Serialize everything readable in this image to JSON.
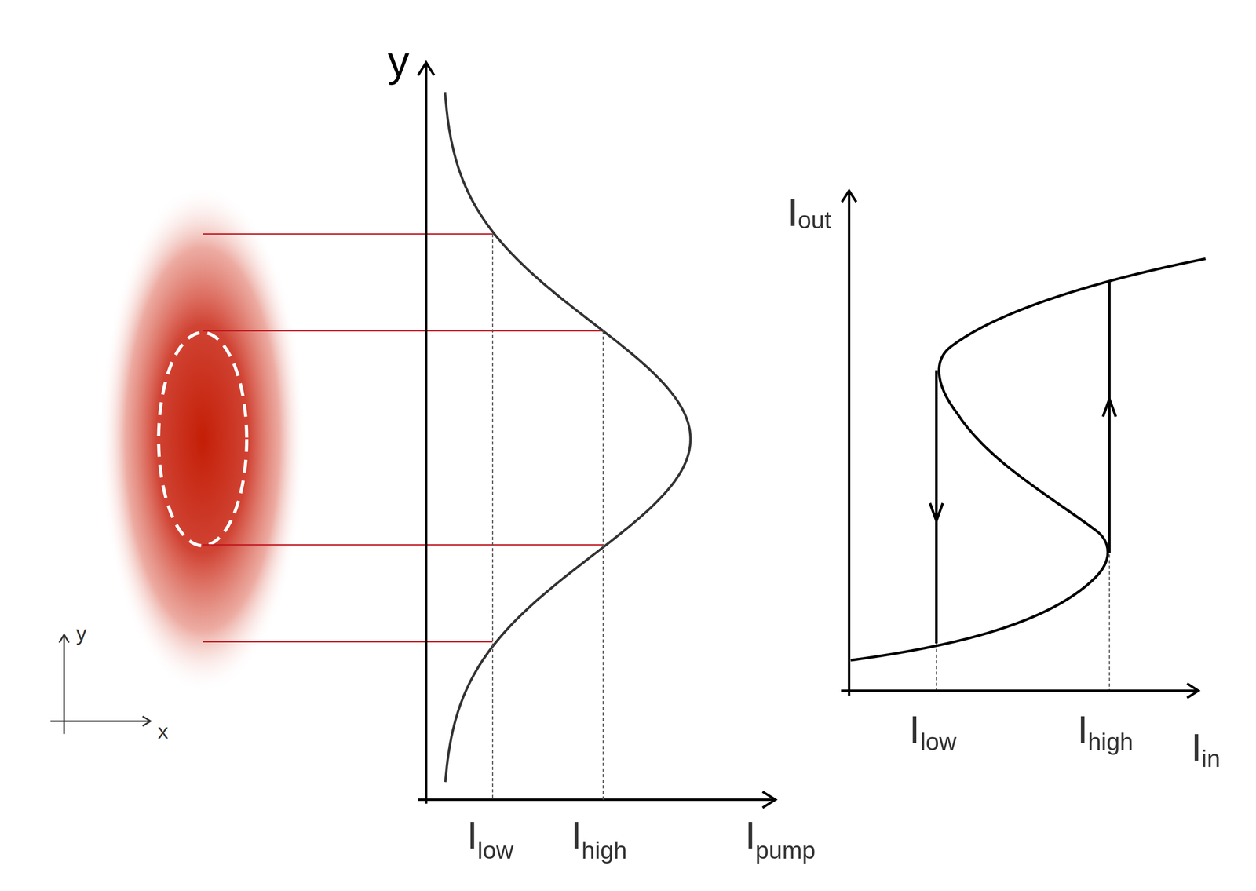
{
  "diagram": {
    "labels": [
      "y",
      "x",
      "y",
      "I",
      "low",
      "I",
      "high",
      "I",
      "pump",
      "I",
      "out",
      "I",
      "low",
      "I",
      "high",
      "I",
      "in"
    ]
  }
}
